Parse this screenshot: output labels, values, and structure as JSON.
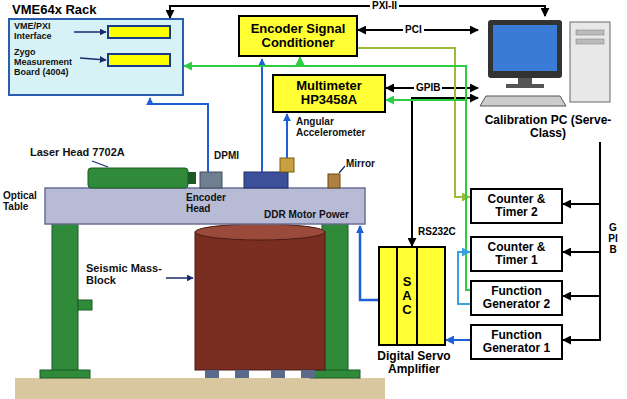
{
  "diagram": {
    "nodes": [
      {
        "text": [
          "VME64x Rack"
        ]
      },
      {
        "text": [
          "Encoder Signal Conditioner"
        ]
      },
      {
        "text": [
          "Multimeter HP3458A"
        ]
      },
      {
        "text": [
          "Calibration PC (Serve-Class)"
        ]
      },
      {
        "text": [
          "Counter & Timer 2"
        ]
      },
      {
        "text": [
          "Counter & Timer 1"
        ]
      },
      {
        "text": [
          "Function Generator 2"
        ]
      },
      {
        "text": [
          "Function Generator 1"
        ]
      },
      {
        "text": [
          "SAC",
          "Digital Servo Amplifier"
        ]
      }
    ],
    "edges": [
      {
        "from": 0,
        "to": 3,
        "arrow": "both",
        "label": "PXI-II"
      },
      {
        "from": 1,
        "to": 3,
        "arrow": "both",
        "label": "PCI"
      },
      {
        "from": 3,
        "to": 2,
        "arrow": "both",
        "label": "GPIB"
      },
      {
        "from": 3,
        "to": 8,
        "arrow": "both",
        "label": "RS232C"
      },
      {
        "from": 3,
        "to": 4,
        "arrow": "to"
      },
      {
        "from": 3,
        "to": 5,
        "arrow": "to"
      },
      {
        "from": 3,
        "to": 6,
        "arrow": "to"
      },
      {
        "from": 3,
        "to": 7,
        "arrow": "to",
        "label": "GPIB"
      },
      {
        "from": 1,
        "to": 4,
        "arrow": "to"
      },
      {
        "from": 6,
        "to": 2,
        "arrow": "to"
      },
      {
        "from": 6,
        "to": 1,
        "arrow": "to"
      },
      {
        "from": 6,
        "to": 0,
        "arrow": "to"
      },
      {
        "from": 6,
        "to": 5,
        "arrow": "to"
      },
      {
        "from": 7,
        "to": 8,
        "arrow": "to"
      }
    ],
    "labels": [
      "VME/PXI Interface",
      "Zygo Measurement Board (4004)",
      "Laser Head 7702A",
      "DPMI",
      "Optical Table",
      "Encoder Head",
      "Angular Accelerometer",
      "Mirror",
      "DDR Motor Power",
      "Seismic Mass-Block"
    ]
  }
}
